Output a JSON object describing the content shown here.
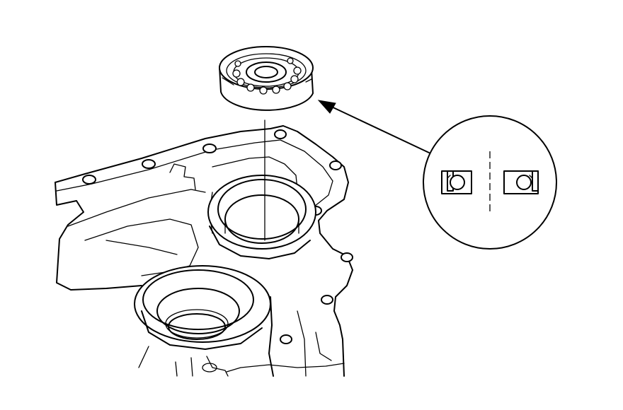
{
  "diagram": {
    "parts": [
      {
        "id": "ball-bearing",
        "icon": "ball-bearing-icon"
      },
      {
        "id": "transmission-case",
        "icon": "housing-icon"
      },
      {
        "id": "bearing-orientation-detail",
        "icon": "cross-section-icon"
      }
    ],
    "detail_view": {
      "sections": [
        "left-seal-cross-section",
        "right-seal-cross-section"
      ]
    },
    "colors": {
      "line": "#000000",
      "background": "#ffffff"
    }
  }
}
